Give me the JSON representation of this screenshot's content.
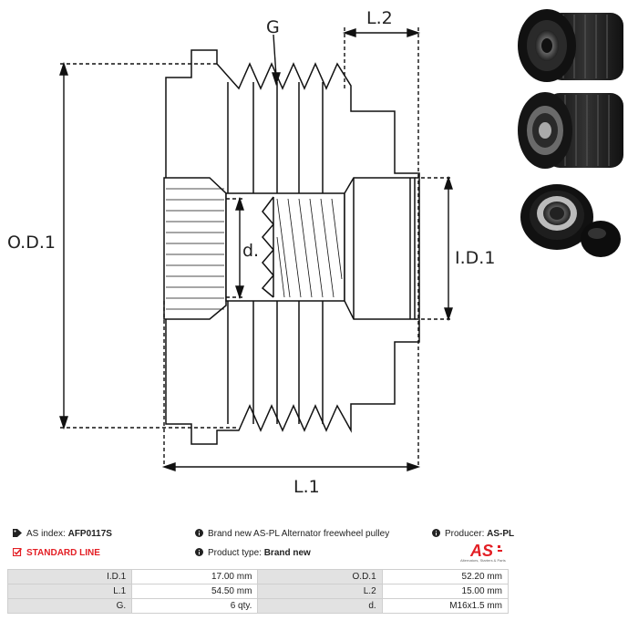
{
  "drawing": {
    "labels": {
      "g": "G",
      "l2": "L.2",
      "od1": "O.D.1",
      "id1": "I.D.1",
      "d": "d.",
      "l1": "L.1"
    }
  },
  "info": {
    "as_index_label": "AS index:",
    "as_index_value": "AFP0117S",
    "description": "Brand new AS-PL Alternator freewheel pulley",
    "producer_label": "Producer:",
    "producer_value": "AS-PL",
    "standard_line": "STANDARD LINE",
    "product_type_label": "Product type:",
    "product_type_value": "Brand new"
  },
  "logo": {
    "text": "AS",
    "tagline": "Alternators, Starters & Parts"
  },
  "specs": [
    {
      "k1": "I.D.1",
      "v1": "17.00 mm",
      "k2": "O.D.1",
      "v2": "52.20 mm"
    },
    {
      "k1": "L.1",
      "v1": "54.50 mm",
      "k2": "L.2",
      "v2": "15.00 mm"
    },
    {
      "k1": "G.",
      "v1": "6 qty.",
      "k2": "d.",
      "v2": "M16x1.5 mm"
    }
  ],
  "colors": {
    "brand_red": "#e31e24",
    "line": "#111111"
  }
}
